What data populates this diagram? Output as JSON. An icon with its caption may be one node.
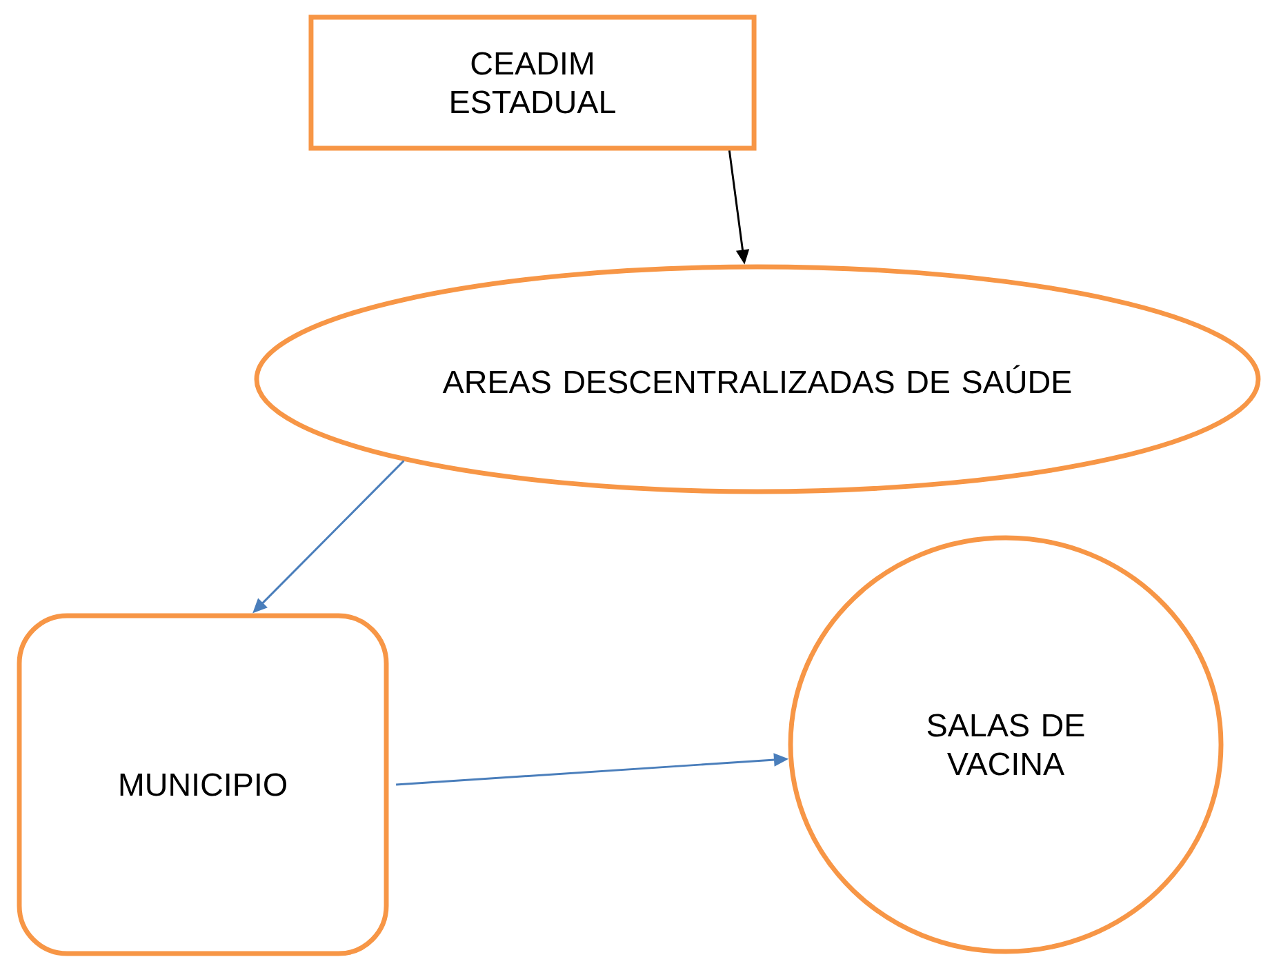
{
  "diagram": {
    "nodes": [
      {
        "text": [
          "CEADIM ESTADUAL"
        ]
      },
      {
        "text": [
          "AREAS DESCENTRALIZADAS DE SAÚDE"
        ]
      },
      {
        "text": [
          "MUNICIPIO"
        ]
      },
      {
        "text": [
          "SALAS DE VACINA"
        ]
      }
    ],
    "edges": [
      {
        "from": 0,
        "to": 1,
        "arrow": "to",
        "color": "#000000"
      },
      {
        "from": 1,
        "to": 2,
        "arrow": "to"
      },
      {
        "from": 2,
        "to": 3,
        "arrow": "to"
      }
    ]
  }
}
